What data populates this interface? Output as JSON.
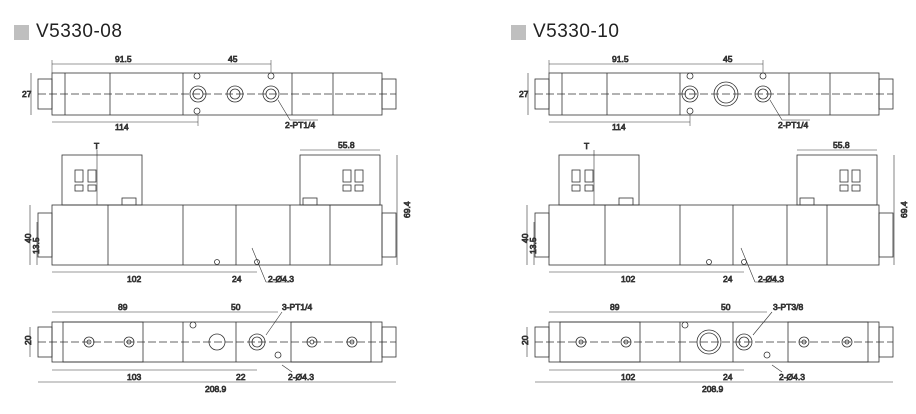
{
  "panels": [
    {
      "title": "V5330-08",
      "square_color": "#bfbfbf",
      "top_view": {
        "d1": "91.5",
        "d2": "45",
        "height": "27",
        "length": "114",
        "port": "2-PT1/4"
      },
      "side_view": {
        "t_label": "T",
        "coil": "55.8",
        "total_h": "69.4",
        "h40": "40",
        "h13": "13.5",
        "d102": "102",
        "d24": "24",
        "hole": "2-Ø4.3"
      },
      "bottom_view": {
        "d89": "89",
        "d50": "50",
        "port": "3-PT1/4",
        "w20": "20",
        "d103": "103",
        "d22": "22",
        "hole": "2-Ø4.3",
        "total": "208.9"
      }
    },
    {
      "title": "V5330-10",
      "square_color": "#bfbfbf",
      "top_view": {
        "d1": "91.5",
        "d2": "45",
        "height": "27",
        "length": "114",
        "port": "2-PT1/4"
      },
      "side_view": {
        "t_label": "T",
        "coil": "55.8",
        "total_h": "69.4",
        "h40": "40",
        "h13": "13.5",
        "d102": "102",
        "d24": "24",
        "hole": "2-Ø4.3"
      },
      "bottom_view": {
        "d89": "89",
        "d50": "50",
        "port": "3-PT3/8",
        "w20": "20",
        "d103": "102",
        "d22": "24",
        "hole": "2-Ø4.3",
        "total": "208.9"
      }
    }
  ]
}
